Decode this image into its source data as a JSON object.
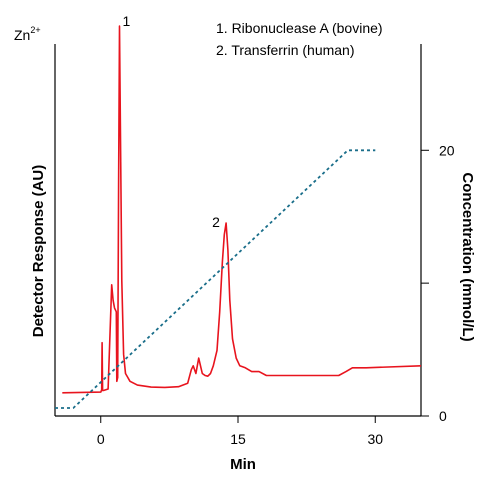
{
  "chart_data": {
    "type": "line",
    "ion_label": "Zn",
    "ion_charge": "2+",
    "xlabel": "Min",
    "ylabel_left": "Detector Response (AU)",
    "ylabel_right": "Concentration (mmol/L)",
    "xlim": [
      -5,
      35
    ],
    "x_ticks": [
      0,
      15,
      30
    ],
    "x_tick_labels": [
      "0",
      "15",
      "30"
    ],
    "y2lim": [
      0,
      28
    ],
    "y2_ticks": [
      0,
      10,
      20
    ],
    "y2_tick_labels": [
      "0",
      "",
      "20"
    ],
    "ylim_left": [
      0,
      100
    ],
    "legend": [
      "1.  Ribonuclease A (bovine)",
      "2.  Transferrin (human)"
    ],
    "peak_labels": [
      {
        "text": "1",
        "x": 2.8,
        "y": 101
      },
      {
        "text": "2",
        "x": 12.6,
        "y": 49
      }
    ],
    "colors": {
      "signal": "#e8141e",
      "gradient": "#1a6e8a",
      "axis": "#000000"
    },
    "series": [
      {
        "role": "detector",
        "axis": "left",
        "style": "solid",
        "x": [
          -4.2,
          0,
          0.1,
          0.15,
          0.2,
          0.3,
          0.8,
          1.2,
          1.35,
          1.5,
          1.7,
          1.75,
          1.85,
          1.95,
          2.05,
          2.15,
          2.3,
          2.5,
          2.7,
          3.2,
          4.0,
          5.5,
          7,
          8.5,
          9.5,
          9.9,
          10.1,
          10.4,
          10.7,
          10.9,
          11.1,
          11.4,
          11.7,
          12.0,
          12.3,
          12.7,
          13.0,
          13.3,
          13.5,
          13.7,
          13.9,
          14.1,
          14.4,
          14.8,
          15.2,
          15.8,
          16.5,
          17.3,
          18.1,
          19,
          22,
          26,
          26.8,
          27.5,
          29,
          35
        ],
        "y": [
          6,
          6.2,
          6.8,
          19,
          6.6,
          6.6,
          7,
          34,
          30,
          28,
          27,
          9,
          10,
          60,
          101,
          75,
          35,
          16,
          11,
          9,
          8,
          7.5,
          7.4,
          7.6,
          8.5,
          12,
          13,
          11,
          15,
          13,
          11,
          10.5,
          10.3,
          11,
          13,
          17,
          27,
          40,
          47,
          50,
          43,
          30,
          20,
          15,
          13,
          12.5,
          11.5,
          11.5,
          10.5,
          10.5,
          10.5,
          10.5,
          11.5,
          12.5,
          12.5,
          13
        ]
      },
      {
        "role": "zinc-gradient",
        "axis": "right",
        "style": "dashed",
        "x": [
          -5,
          -3,
          27,
          30
        ],
        "y": [
          0.6,
          0.6,
          20,
          20
        ]
      }
    ]
  }
}
